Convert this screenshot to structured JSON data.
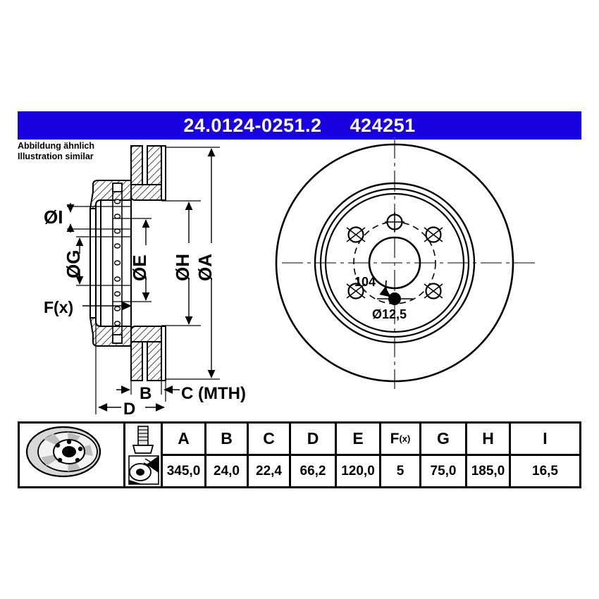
{
  "header": {
    "part_number": "24.0124-0251.2",
    "reference_number": "424251",
    "bar_color": "#1800e0"
  },
  "note": {
    "line_de": "Abbildung ähnlich",
    "line_en": "Illustration similar"
  },
  "section_view": {
    "labels": {
      "dia_i": "ØI",
      "dia_g": "ØG",
      "dia_e": "ØE",
      "dia_h": "ØH",
      "dia_a": "ØA",
      "fx": "F(x)",
      "b": "B",
      "c": "C (MTH)",
      "d": "D"
    }
  },
  "face_view": {
    "bolt_circle": "104",
    "bolt_hole_dia": "Ø12,5",
    "bolt_count": 5
  },
  "table": {
    "icons": {
      "disc": "brake-disc-icon",
      "bolt": "bolt-and-spray-icon"
    },
    "headers": [
      "A",
      "B",
      "C",
      "D",
      "E",
      "F(x)",
      "G",
      "H",
      "I"
    ],
    "fx_header_base": "F",
    "fx_header_sub": "(x)",
    "values": [
      "345,0",
      "24,0",
      "22,4",
      "66,2",
      "120,0",
      "5",
      "75,0",
      "185,0",
      "16,5"
    ]
  }
}
